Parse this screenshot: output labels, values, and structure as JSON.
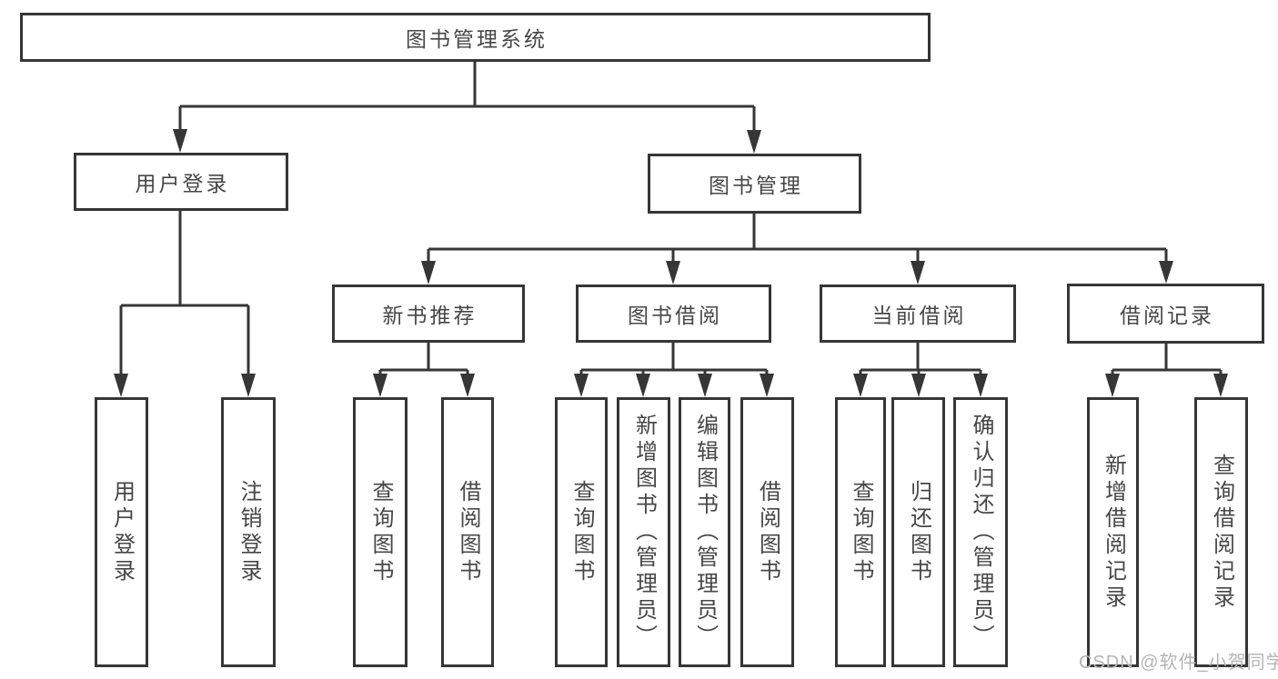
{
  "diagram": {
    "watermark": "CSDN @软件_小贺同学",
    "colors": {
      "line": "#363636",
      "text": "#474747",
      "watermark": "#b5b5b5",
      "background": "#ffffff"
    }
  },
  "tree": {
    "root": "图书管理系统",
    "branches": [
      {
        "label": "用户登录",
        "leaves": [
          "用户登录",
          "注销登录"
        ]
      },
      {
        "label": "图书管理",
        "groups": [
          {
            "label": "新书推荐",
            "leaves": [
              "查询图书",
              "借阅图书"
            ]
          },
          {
            "label": "图书借阅",
            "leaves": [
              "查询图书",
              "新增图书（管理员）",
              "编辑图书（管理员）",
              "借阅图书"
            ]
          },
          {
            "label": "当前借阅",
            "leaves": [
              "查询图书",
              "归还图书",
              "确认归还（管理员）"
            ]
          },
          {
            "label": "借阅记录",
            "leaves": [
              "新增借阅记录",
              "查询借阅记录"
            ]
          }
        ]
      }
    ]
  }
}
